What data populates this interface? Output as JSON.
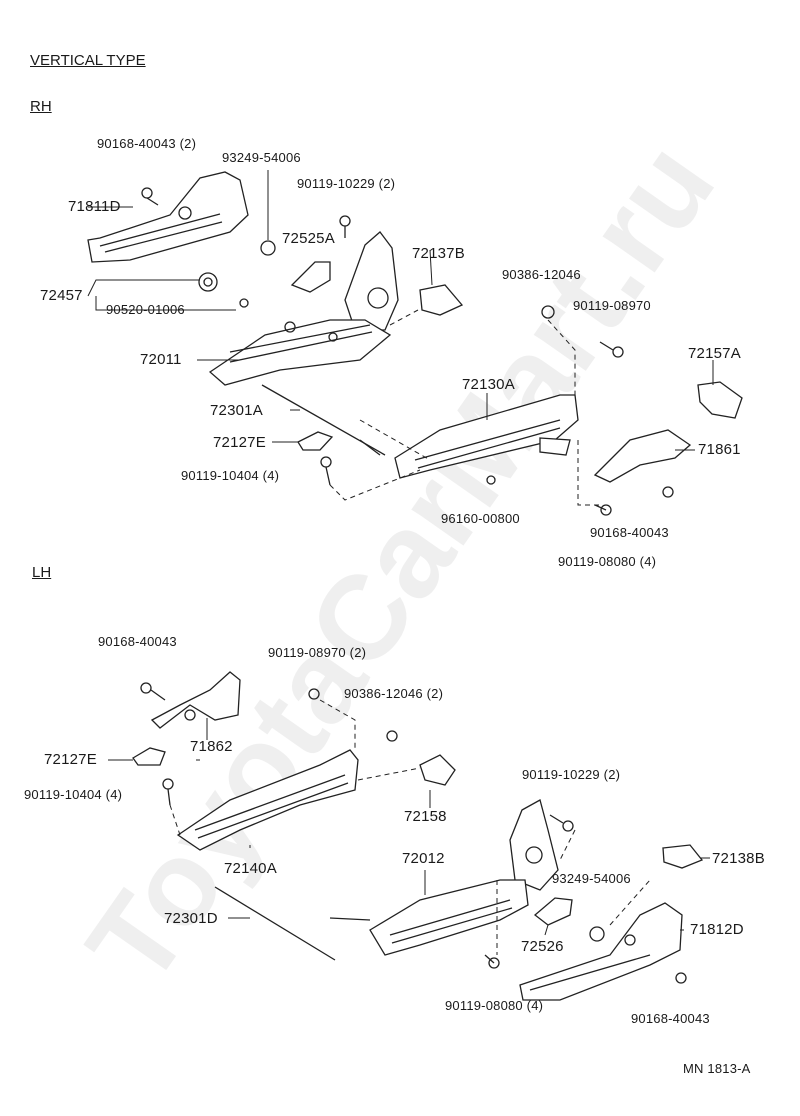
{
  "headings": {
    "title": "VERTICAL TYPE",
    "rh": "RH",
    "lh": "LH"
  },
  "watermark": "ToyotaCarMart.ru",
  "footer": {
    "code": "MN  1813-A"
  },
  "rh": {
    "p90168_40043_2": "90168-40043 (2)",
    "p93249_54006": "93249-54006",
    "p90119_10229_2": "90119-10229 (2)",
    "p71811D": "71811D",
    "p72525A": "72525A",
    "p72137B": "72137B",
    "p90386_12046": "90386-12046",
    "p72457": "72457",
    "p90520_01006": "90520-01006",
    "p90119_08970": "90119-08970",
    "p72011": "72011",
    "p72157A": "72157A",
    "p72130A": "72130A",
    "p72301A": "72301A",
    "p72127E": "72127E",
    "p71861": "71861",
    "p90119_10404_4": "90119-10404 (4)",
    "p90168_40043": "90168-40043",
    "p96160_00800": "96160-00800",
    "p90119_08080_4": "90119-08080 (4)"
  },
  "lh": {
    "p90168_40043a": "90168-40043",
    "p90119_08970_2": "90119-08970 (2)",
    "p90386_12046_2": "90386-12046 (2)",
    "p72127E": "72127E",
    "p71862": "71862",
    "p90119_10404_4": "90119-10404 (4)",
    "p90119_10229_2": "90119-10229 (2)",
    "p72158": "72158",
    "p72140A": "72140A",
    "p72012": "72012",
    "p72138B": "72138B",
    "p93249_54006": "93249-54006",
    "p72301D": "72301D",
    "p71812D": "71812D",
    "p72526": "72526",
    "p90119_08080_4": "90119-08080 (4)",
    "p90168_40043b": "90168-40043"
  }
}
